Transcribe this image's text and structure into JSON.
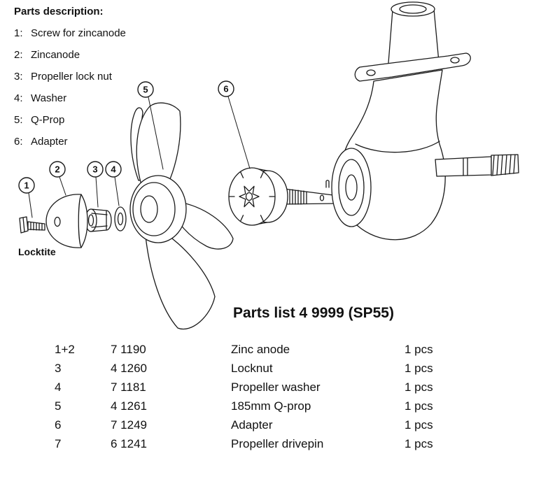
{
  "parts_description": {
    "title": "Parts description:",
    "items": [
      {
        "num": "1:",
        "label": "Screw for zincanode"
      },
      {
        "num": "2:",
        "label": "Zincanode"
      },
      {
        "num": "3:",
        "label": "Propeller lock nut"
      },
      {
        "num": "4:",
        "label": "Washer"
      },
      {
        "num": "5:",
        "label": "Q-Prop"
      },
      {
        "num": "6:",
        "label": "Adapter"
      }
    ]
  },
  "diagram": {
    "callouts": [
      {
        "num": "1"
      },
      {
        "num": "2"
      },
      {
        "num": "3"
      },
      {
        "num": "4"
      },
      {
        "num": "5"
      },
      {
        "num": "6"
      }
    ],
    "locktite_label": "Locktite",
    "line_color": "#1a1a1a"
  },
  "parts_list": {
    "title": "Parts list 4 9999 (SP55)",
    "rows": [
      {
        "ref": "1+2",
        "part_no": "7 1190",
        "name": "Zinc anode",
        "qty": "1 pcs"
      },
      {
        "ref": "3",
        "part_no": "4 1260",
        "name": "Locknut",
        "qty": "1 pcs"
      },
      {
        "ref": "4",
        "part_no": "7 1181",
        "name": "Propeller washer",
        "qty": "1 pcs"
      },
      {
        "ref": "5",
        "part_no": "4 1261",
        "name": "185mm Q-prop",
        "qty": "1 pcs"
      },
      {
        "ref": "6",
        "part_no": "7 1249",
        "name": "Adapter",
        "qty": "1 pcs"
      },
      {
        "ref": "7",
        "part_no": "6 1241",
        "name": "Propeller drivepin",
        "qty": "1 pcs"
      }
    ]
  }
}
